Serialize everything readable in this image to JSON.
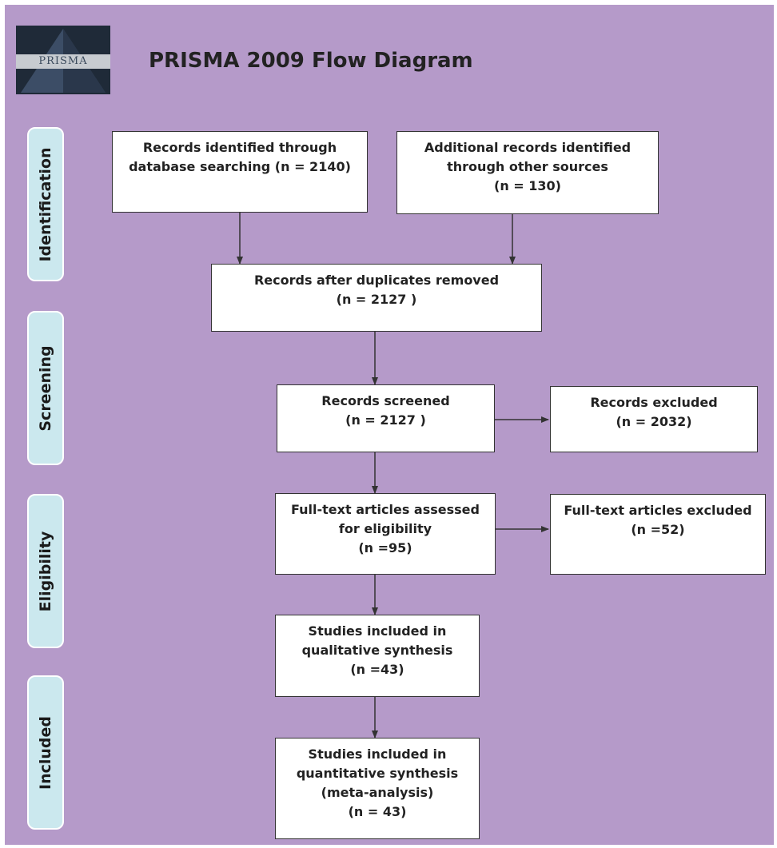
{
  "header": {
    "logo_text": "PRISMA",
    "title": "PRISMA 2009 Flow Diagram"
  },
  "stages": {
    "identification": "Identification",
    "screening": "Screening",
    "eligibility": "Eligibility",
    "included": "Included"
  },
  "boxes": {
    "database_search": [
      "Records identified through",
      "database searching (n = 2140)"
    ],
    "other_sources": [
      "Additional records identified",
      "through other sources",
      "(n = 130)"
    ],
    "duplicates_removed": [
      "Records  after duplicates removed",
      "(n = 2127 )"
    ],
    "screened": [
      "Records  screened",
      "(n = 2127 )"
    ],
    "excluded": [
      "Records excluded",
      "(n = 2032)"
    ],
    "fulltext_assessed": [
      "Full-text articles assessed",
      "for eligibility",
      "(n =95)"
    ],
    "fulltext_excluded": [
      "Full-text articles excluded",
      "(n =52)"
    ],
    "qualitative": [
      "Studies included in",
      "qualitative synthesis",
      "(n =43)"
    ],
    "quantitative": [
      "Studies included in",
      "quantitative synthesis",
      "(meta-analysis)",
      "(n = 43)"
    ]
  },
  "colors": {
    "background": "#b59ac9",
    "stage_fill": "#cbe8ee",
    "box_fill": "#ffffff",
    "arrow": "#333333"
  }
}
